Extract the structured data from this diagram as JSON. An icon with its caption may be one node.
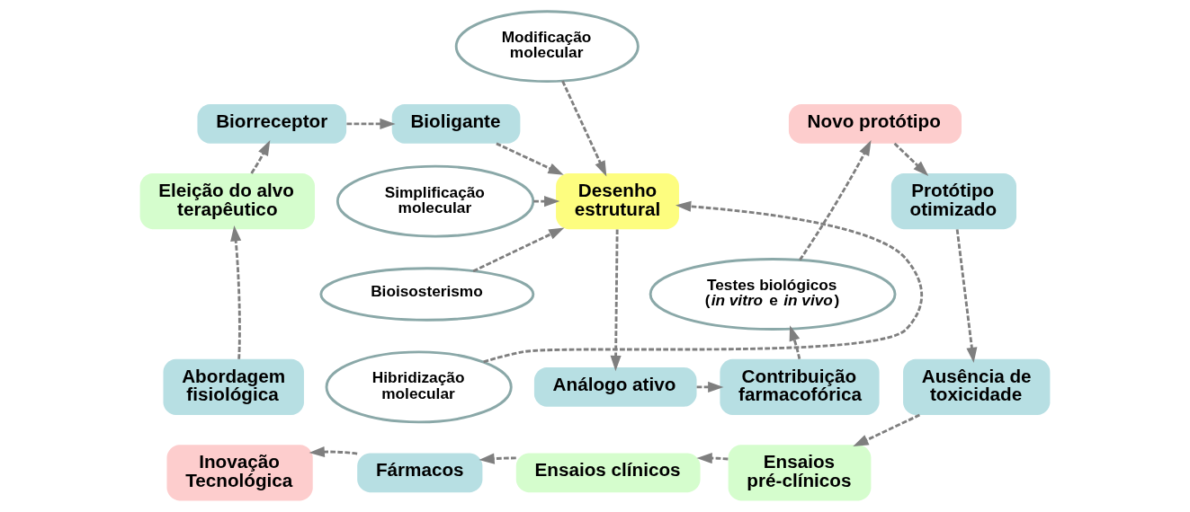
{
  "diagram": {
    "nodes": [
      {
        "text": [
          "Biorreceptor"
        ]
      },
      {
        "text": [
          "Bioligante"
        ]
      },
      {
        "text": [
          "Modificação molecular"
        ]
      },
      {
        "text": [
          "Desenho estrutural"
        ]
      },
      {
        "text": [
          "Novo protótipo"
        ]
      },
      {
        "text": [
          "Simplificação molecular"
        ]
      },
      {
        "text": [
          "Eleição do alvo terapêutico"
        ]
      },
      {
        "text": [
          "Protótipo otimizado"
        ]
      },
      {
        "text": [
          "Testes biológicos (*in vitro* e *in vivo*)"
        ]
      },
      {
        "text": [
          "Bioisosterismo"
        ]
      },
      {
        "text": [
          "Análogo ativo"
        ]
      },
      {
        "text": [
          "Abordagem fisiológica"
        ]
      },
      {
        "text": [
          "Hibridização molecular"
        ]
      },
      {
        "text": [
          "Contribuição farmacofórica"
        ]
      },
      {
        "text": [
          "Ausência de toxicidade"
        ]
      },
      {
        "text": [
          "Inovação Tecnológica"
        ]
      },
      {
        "text": [
          "Fármacos"
        ]
      },
      {
        "text": [
          "Ensaios clínicos"
        ]
      },
      {
        "text": [
          "Ensaios pré-clínicos"
        ]
      }
    ],
    "edges": [
      {
        "from": 11,
        "to": 6,
        "arrow": "to",
        "style": "dashed"
      },
      {
        "from": 6,
        "to": 0,
        "arrow": "to",
        "style": "dashed"
      },
      {
        "from": 0,
        "to": 1,
        "arrow": "to",
        "style": "dashed"
      },
      {
        "from": 1,
        "to": 3,
        "arrow": "to",
        "style": "dashed"
      },
      {
        "from": 2,
        "to": 3,
        "arrow": "to",
        "style": "dashed"
      },
      {
        "from": 5,
        "to": 3,
        "arrow": "to",
        "style": "dashed"
      },
      {
        "from": 9,
        "to": 3,
        "arrow": "to",
        "style": "dashed"
      },
      {
        "from": 12,
        "to": 3,
        "arrow": "to",
        "style": "dashed"
      },
      {
        "from": 3,
        "to": 10,
        "arrow": "to",
        "style": "dashed"
      },
      {
        "from": 10,
        "to": 13,
        "arrow": "to",
        "style": "dashed"
      },
      {
        "from": 13,
        "to": 8,
        "arrow": "to",
        "style": "dashed"
      },
      {
        "from": 8,
        "to": 4,
        "arrow": "to",
        "style": "dashed"
      },
      {
        "from": 4,
        "to": 7,
        "arrow": "to",
        "style": "dashed"
      },
      {
        "from": 7,
        "to": 14,
        "arrow": "to",
        "style": "dashed"
      },
      {
        "from": 14,
        "to": 18,
        "arrow": "to",
        "style": "dashed"
      },
      {
        "from": 18,
        "to": 17,
        "arrow": "to",
        "style": "dashed"
      },
      {
        "from": 17,
        "to": 16,
        "arrow": "to",
        "style": "dashed"
      },
      {
        "from": 16,
        "to": 15,
        "arrow": "to",
        "style": "dashed"
      }
    ]
  }
}
